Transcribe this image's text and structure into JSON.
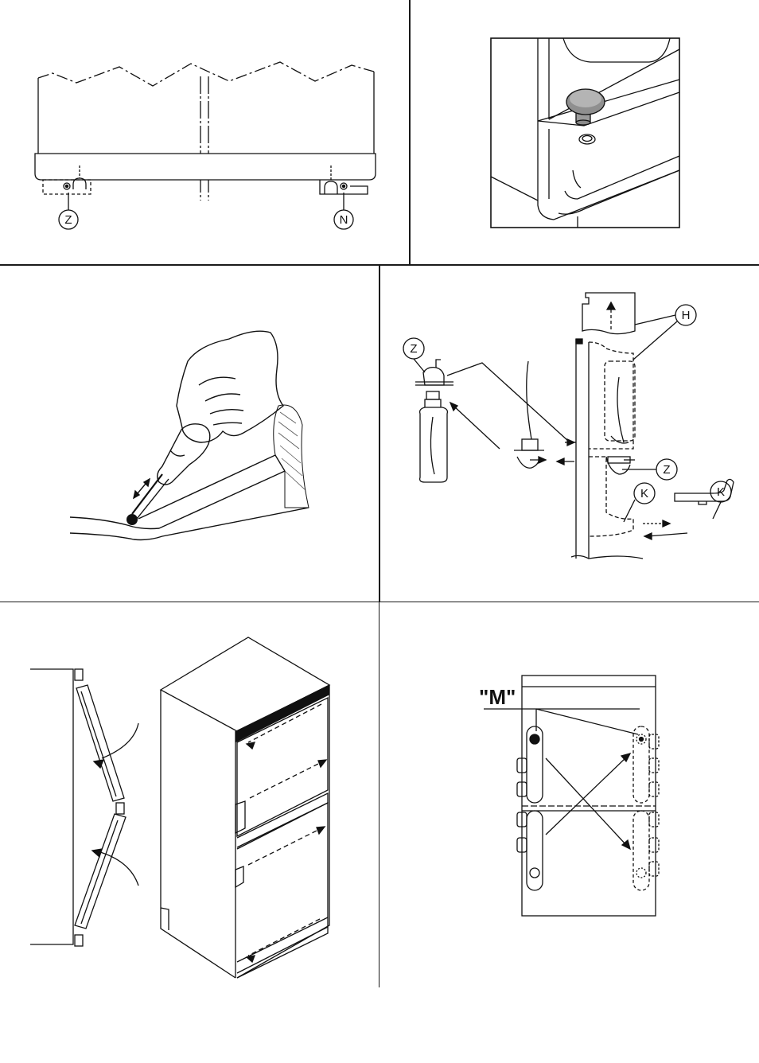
{
  "figures": {
    "fig1": {
      "callout_left": "Z",
      "callout_right": "N"
    },
    "fig2": {},
    "fig3": {},
    "fig4": {
      "callout_h": "H",
      "callout_z_left": "Z",
      "callout_z_right": "Z",
      "callout_k_left": "K",
      "callout_k_right": "K"
    },
    "fig5": {},
    "fig6": {
      "label_m": "\"M\""
    }
  }
}
